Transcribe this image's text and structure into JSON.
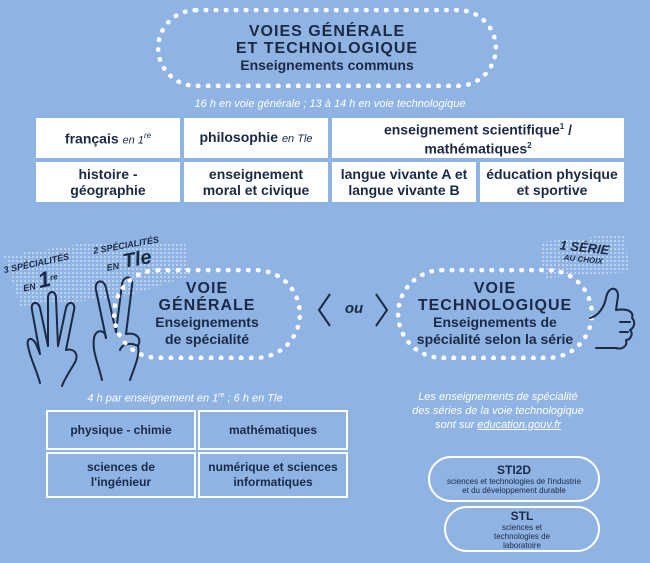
{
  "common": {
    "title_line1": "VOIES GÉNÉRALE",
    "title_line2": "ET TECHNOLOGIQUE",
    "subtitle": "Enseignements communs",
    "hours_note": "16 h en voie générale ;  13 à 14 h en voie technologique",
    "cells": {
      "francais": "français",
      "francais_suffix": "en 1",
      "francais_sup": "re",
      "philosophie": "philosophie",
      "philosophie_suffix": "en Tle",
      "scientifique_line1": "enseignement scientifique",
      "scientifique_sup1": "1",
      "scientifique_slash": " /",
      "scientifique_line2": "mathématiques",
      "scientifique_sup2": "2",
      "histoire": "histoire - géographie",
      "moral": "enseignement moral et civique",
      "langues": "langue vivante A et langue vivante B",
      "eps": "éducation physique et sportive"
    }
  },
  "hands": {
    "label1_a": "3 SPÉCIALITÉS",
    "label1_b": "EN",
    "label1_c": "1",
    "label1_sup": "re",
    "label2_a": "2 SPÉCIALITÉS",
    "label2_b": "EN",
    "label2_c": "Tle"
  },
  "generale": {
    "title_line1": "VOIE",
    "title_line2": "GÉNÉRALE",
    "sub_line1": "Enseignements",
    "sub_line2": "de spécialité",
    "hours_note": "4 h par enseignement en 1",
    "hours_sup": "re",
    "hours_note_end": " ; 6 h en Tle",
    "cells": {
      "physique": "physique - chimie",
      "maths": "mathématiques",
      "sciences_ing": "sciences de l'ingénieur",
      "numerique": "numérique et sciences informatiques"
    }
  },
  "ou": "ou",
  "technologique": {
    "badge_line1": "1 SÉRIE",
    "badge_line2": "AU CHOIX",
    "title_line1": "VOIE",
    "title_line2": "TECHNOLOGIQUE",
    "sub_line1": "Enseignements de",
    "sub_line2": "spécialité selon la série",
    "info_line1": "Les enseignements de spécialité",
    "info_line2": "des séries de la voie technologique",
    "info_line3_prefix": "sont sur ",
    "info_link": "education.gouv.fr",
    "series": [
      {
        "code": "STI2D",
        "desc": "sciences et technologies de l'industrie et du développement durable"
      },
      {
        "code": "STL",
        "desc": "sciences et technologies de laboratoire"
      }
    ]
  },
  "colors": {
    "background": "#8fb3e3",
    "text": "#1a2a45",
    "white": "#ffffff"
  }
}
